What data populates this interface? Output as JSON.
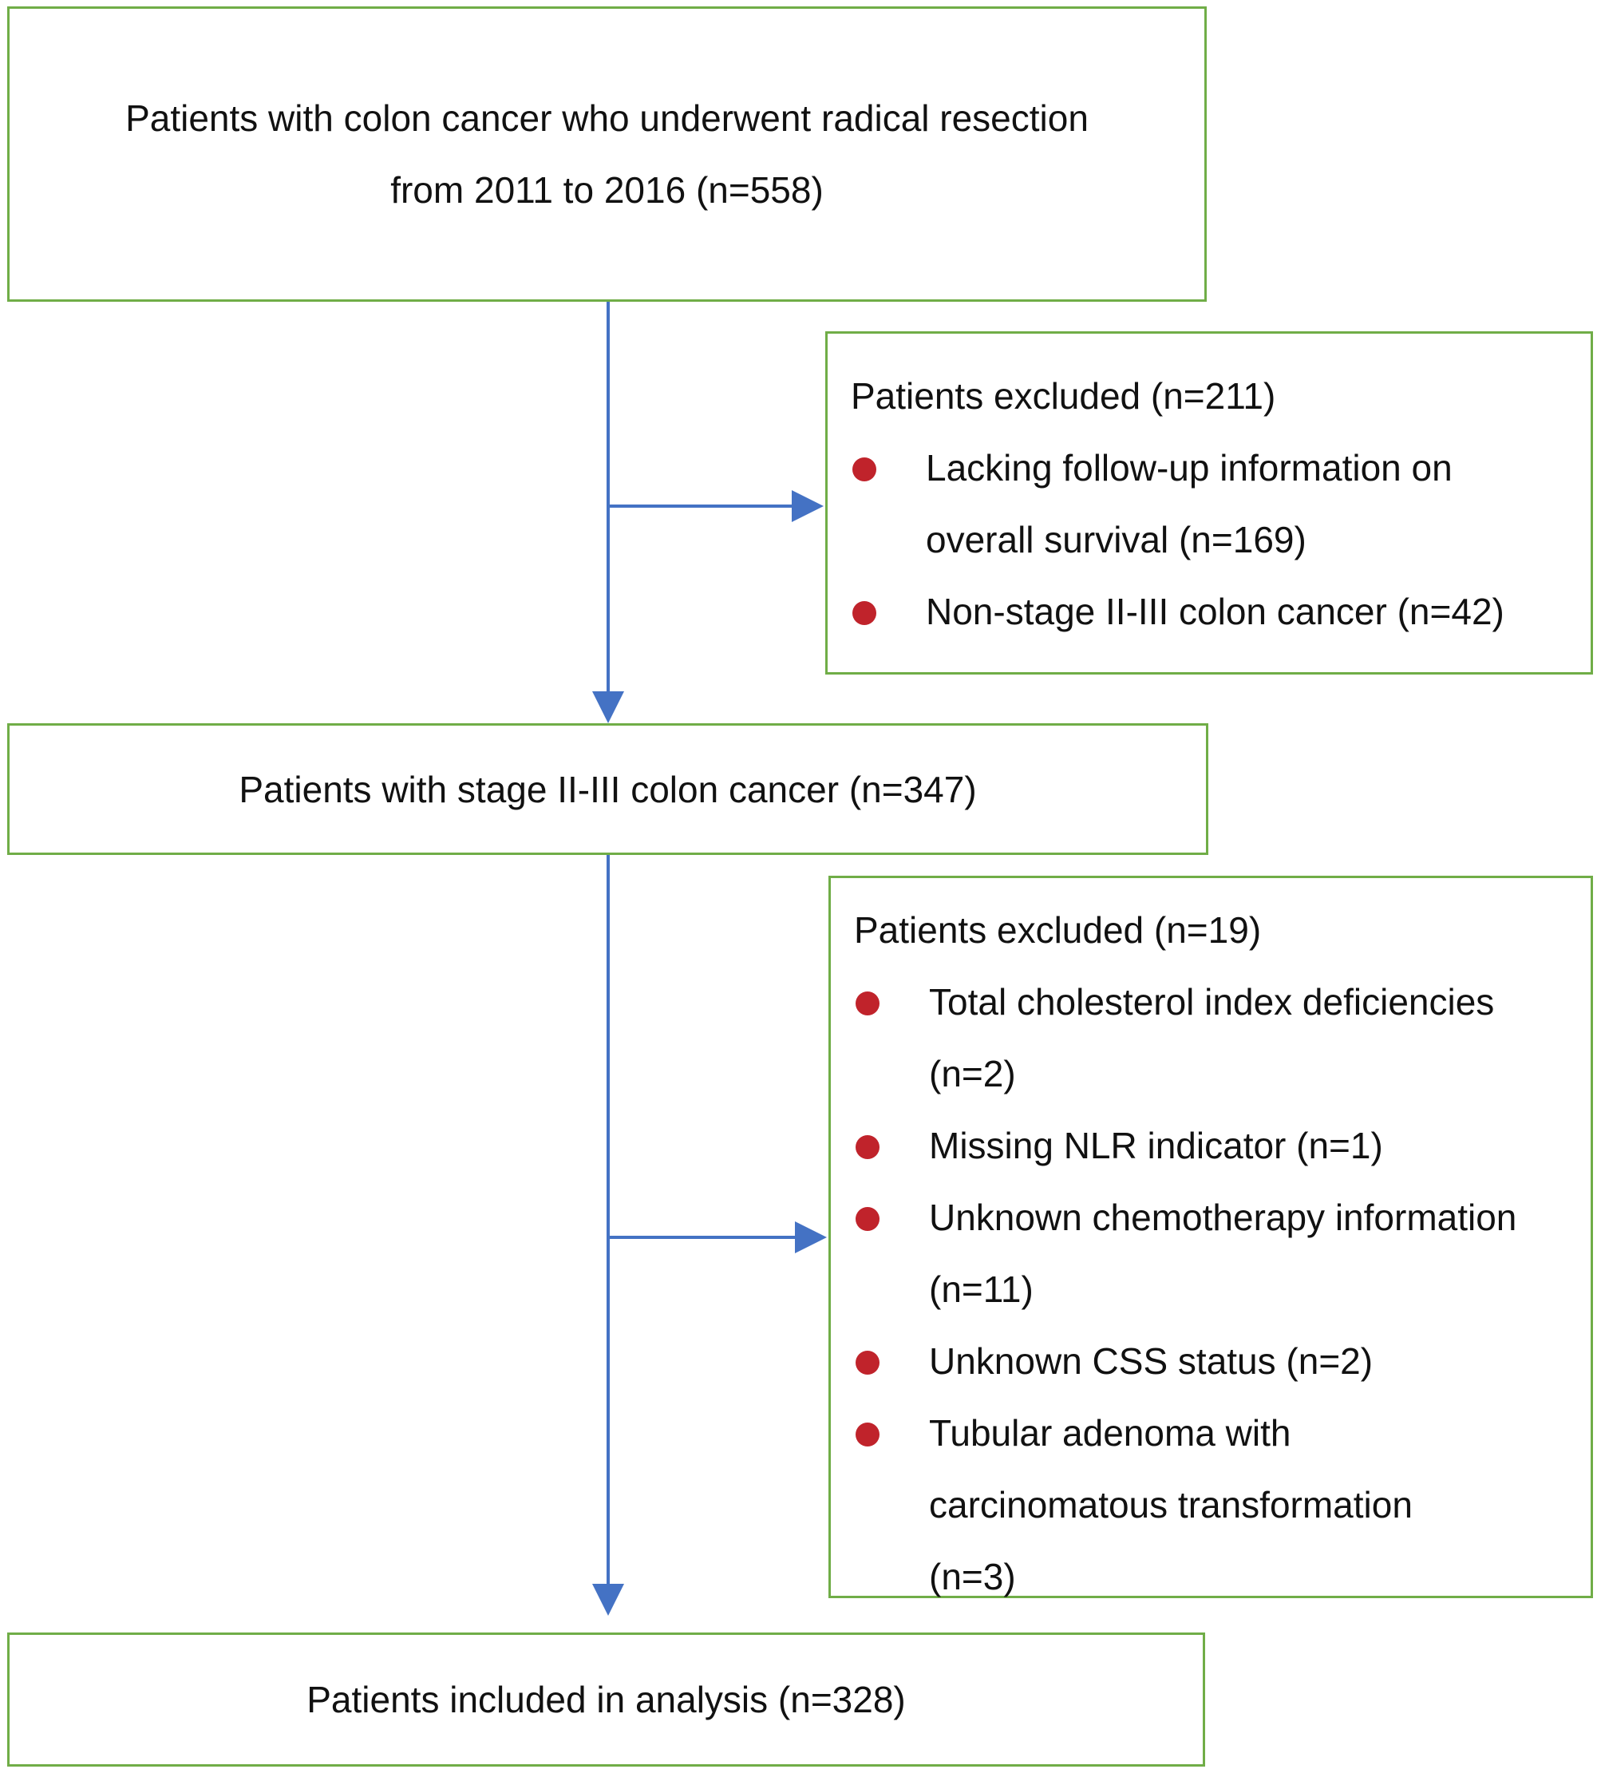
{
  "colors": {
    "box_border": "#70ad47",
    "arrow": "#4472c4",
    "bullet": "#c0232b"
  },
  "initial": {
    "line1": "Patients with colon cancer who underwent radical resection",
    "line2": "from 2011 to 2016 (n=558)"
  },
  "exclusion1": {
    "title": "Patients excluded (n=211)",
    "items": [
      {
        "line1": "Lacking follow-up information on",
        "line2": "overall survival (n=169)"
      },
      {
        "line1": "Non-stage II-III colon cancer (n=42)"
      }
    ]
  },
  "stage": {
    "text": "Patients with stage II-III colon cancer (n=347)"
  },
  "exclusion2": {
    "title": "Patients excluded (n=19)",
    "items": [
      {
        "line1": "Total cholesterol index deficiencies",
        "line2": "(n=2)"
      },
      {
        "line1": "Missing NLR indicator (n=1)"
      },
      {
        "line1": "Unknown chemotherapy information",
        "line2": "(n=11)"
      },
      {
        "line1": "Unknown CSS status (n=2)"
      },
      {
        "line1": "Tubular adenoma with",
        "line2": "carcinomatous transformation",
        "line3": "(n=3)"
      }
    ]
  },
  "final": {
    "text": "Patients included in analysis (n=328)"
  }
}
